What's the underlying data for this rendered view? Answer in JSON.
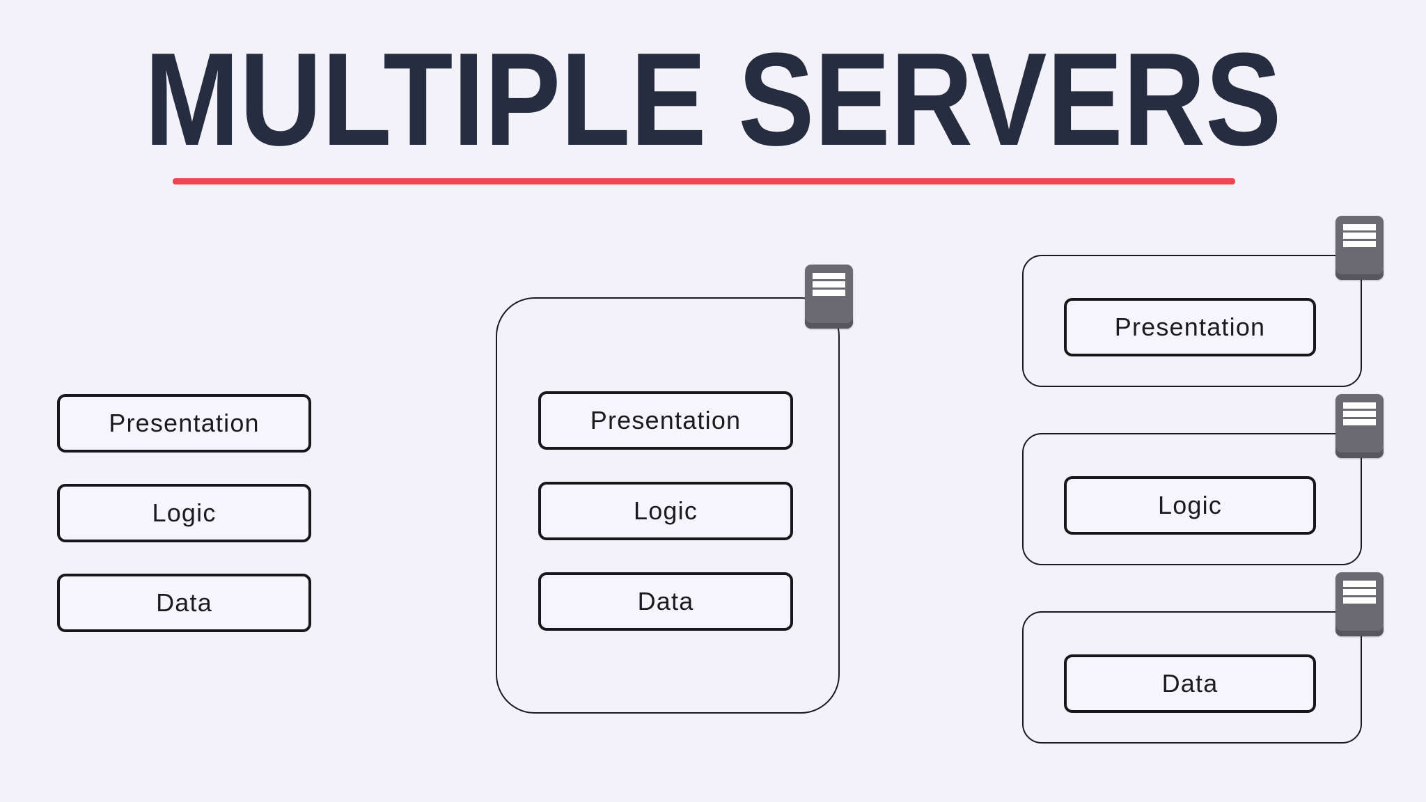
{
  "title": "MULTIPLE SERVERS",
  "colors": {
    "background": "#f3f2f8",
    "title": "#272d41",
    "accent": "#ef4454",
    "box-fill": "#f6f5fb",
    "box-border": "#17171b",
    "container-border": "#1a1a1e",
    "server-body": "#6b6a71",
    "server-edge": "#57565c",
    "server-bars": "#ffffff",
    "label": "#1b1b1f"
  },
  "left_group": {
    "boxes": [
      {
        "label": "Presentation"
      },
      {
        "label": "Logic"
      },
      {
        "label": "Data"
      }
    ]
  },
  "middle_group": {
    "boxes": [
      {
        "label": "Presentation"
      },
      {
        "label": "Logic"
      },
      {
        "label": "Data"
      }
    ]
  },
  "right_group": {
    "containers": [
      {
        "label": "Presentation"
      },
      {
        "label": "Logic"
      },
      {
        "label": "Data"
      }
    ]
  }
}
